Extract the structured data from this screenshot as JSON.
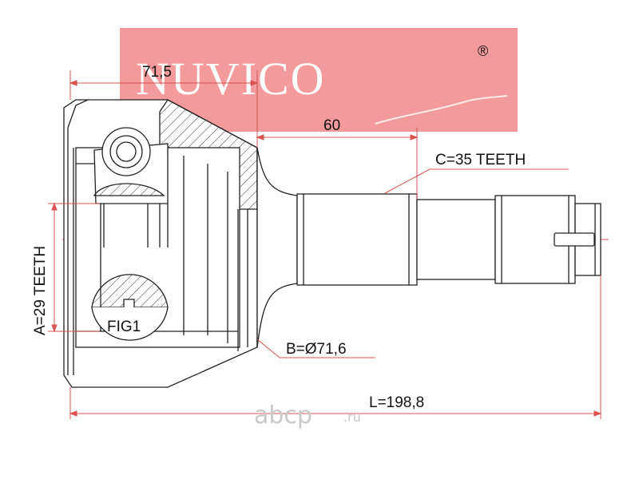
{
  "brand": {
    "name": "NUVICO",
    "registered_mark": "®",
    "color": "#e8474a"
  },
  "dimensions": {
    "overall_shaft_width": "71,5",
    "shaft_length": "60",
    "outer_splines": "C=35 TEETH",
    "inner_splines": "A=29 TEETH",
    "abs_ring_diameter": "B=Ø71,6",
    "total_length": "L=198,8"
  },
  "figure_label": "FIG1",
  "watermark": {
    "main": "abcp",
    "suffix": ".ru"
  },
  "colors": {
    "dimension_line": "#d9534f",
    "drawing": "#222222"
  }
}
